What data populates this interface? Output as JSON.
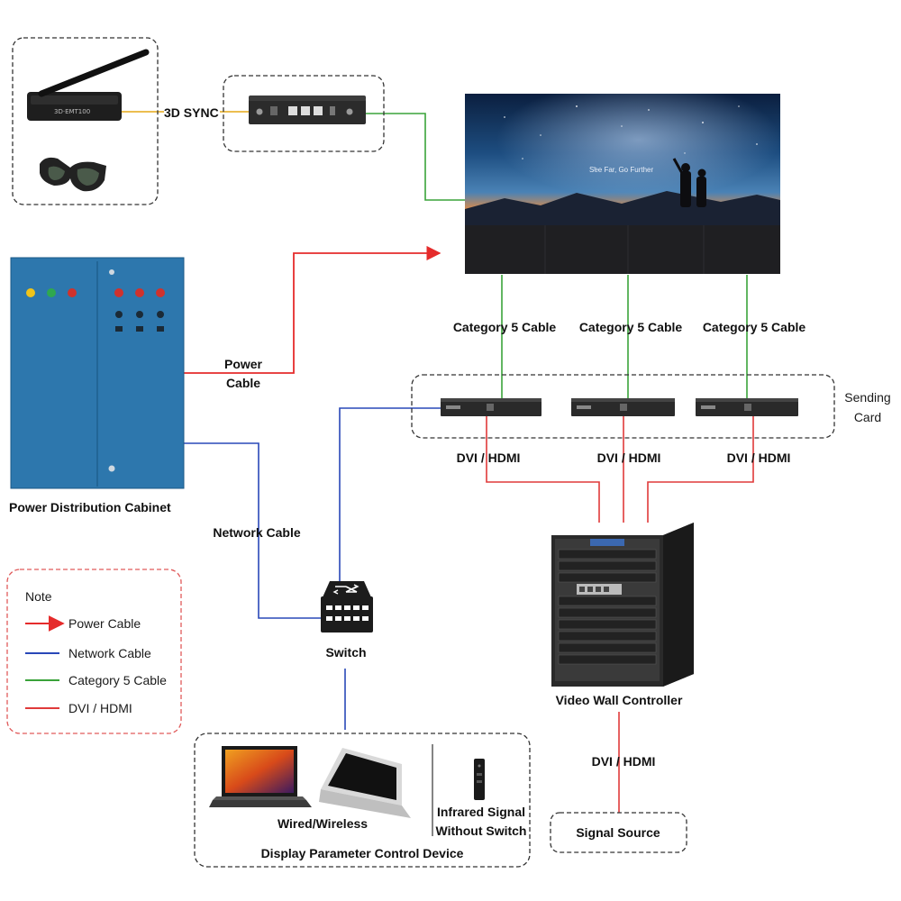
{
  "colors": {
    "power": "#e52b2b",
    "network": "#2948b8",
    "cat5": "#3aa33a",
    "dvi": "#e03a3a",
    "sync_line": "#e6a817",
    "cabinet": "#2d77ad"
  },
  "labels": {
    "sync": "3D SYNC",
    "power_cable_1": "Power",
    "power_cable_2": "Cable",
    "cabinet": "Power Distribution Cabinet",
    "network_cable": "Network Cable",
    "cat5_1": "Category 5 Cable",
    "cat5_2": "Category 5 Cable",
    "cat5_3": "Category 5 Cable",
    "sending_1": "Sending",
    "sending_2": "Card",
    "dvi_1": "DVI / HDMI",
    "dvi_2": "DVI / HDMI",
    "dvi_3": "DVI / HDMI",
    "controller": "Video Wall Controller",
    "dvi_source": "DVI / HDMI",
    "signal_source": "Signal Source",
    "switch": "Switch",
    "wired": "Wired/Wireless",
    "infrared_1": "Infrared Signal",
    "infrared_2": "Without Switch",
    "control_device": "Display Parameter Control Device",
    "screen_text": "See Far, Go Further"
  },
  "legend": {
    "title": "Note",
    "items": [
      {
        "label": "Power Cable",
        "color": "#e52b2b"
      },
      {
        "label": "Network Cable",
        "color": "#2948b8"
      },
      {
        "label": "Category 5 Cable",
        "color": "#3aa33a"
      },
      {
        "label": "DVI / HDMI",
        "color": "#e03a3a"
      }
    ]
  },
  "icons": {
    "emitter": "3d-emitter-icon",
    "glasses": "3d-glasses-icon",
    "sync_box": "sync-box-icon",
    "led_wall": "led-video-wall-icon",
    "cabinet": "power-cabinet-icon",
    "sending_card": "sending-card-icon",
    "controller": "video-wall-controller-icon",
    "switch": "network-switch-icon",
    "laptop": "laptop-icon",
    "tablet": "tablet-icon",
    "remote": "remote-control-icon"
  }
}
